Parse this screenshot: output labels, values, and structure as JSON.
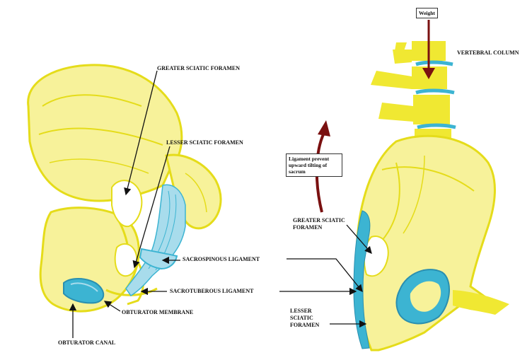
{
  "labels": {
    "greater_sciatic_left": "GREATER SCIATIC FORAMEN",
    "lesser_sciatic_left": "LESSER SCIATIC FORAMEN",
    "sacrospinous": "SACROSPINOUS LIGAMENT",
    "sacrotuberous": "SACROTUBEROUS LIGAMENT",
    "obturator_membrane": "OBTURATOR MEMBRANE",
    "obturator_canal": "OBTURATOR CANAL",
    "weight": "Weight",
    "vertebral_column": "VERTEBRAL COLUMN",
    "ligament_note": "Ligament prevent upward tilting of sacrum",
    "greater_sciatic_right": "GREATER SCIATIC FORAMEN",
    "lesser_sciatic_right": "LESSER SCIATIC FORAMEN"
  },
  "colors": {
    "bone": "#f0e832",
    "bone_light": "#f7f29a",
    "ligament": "#3cb4d2",
    "ligament_light": "#a8dcec",
    "arrow_dark": "#7a1010",
    "leader": "#111111"
  }
}
